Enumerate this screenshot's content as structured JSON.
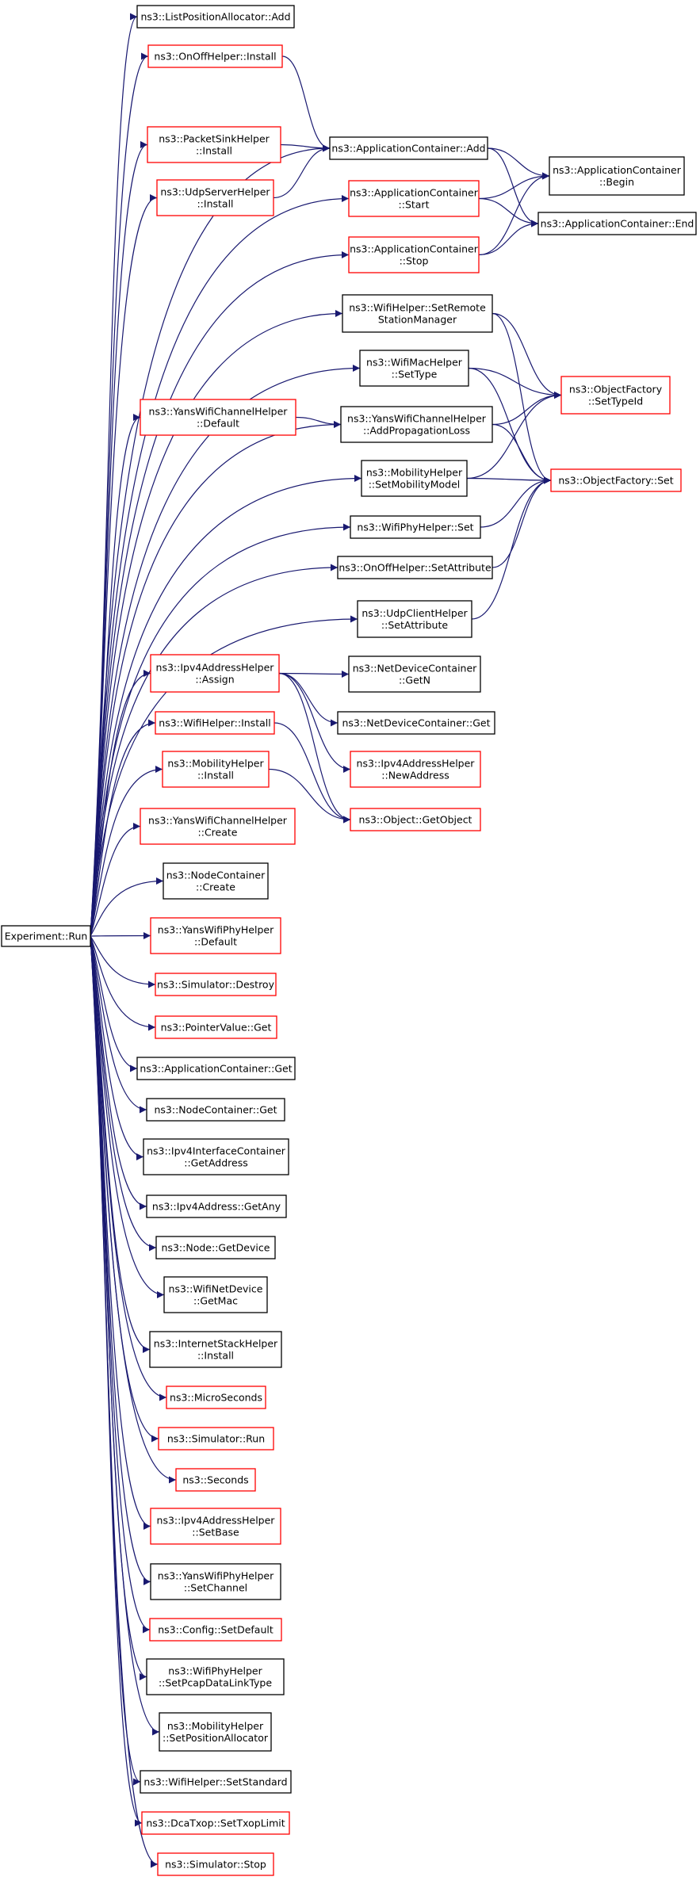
{
  "root": {
    "id": "root",
    "lines": [
      "Experiment::Run"
    ],
    "color": "#000000",
    "fill": "#bfbfbf"
  },
  "colors": {
    "edge": "#191970",
    "black_border": "#000000",
    "red_border": "#ff0000",
    "root_fill": "#bfbfbf"
  },
  "nodes": [
    {
      "id": "n_lpa_add",
      "lines": [
        "ns3::ListPositionAllocator::Add"
      ],
      "color": "#000000"
    },
    {
      "id": "n_onoff_install",
      "lines": [
        "ns3::OnOffHelper::Install"
      ],
      "color": "#ff0000"
    },
    {
      "id": "n_psink_install",
      "lines": [
        "ns3::PacketSinkHelper",
        "::Install"
      ],
      "color": "#ff0000"
    },
    {
      "id": "n_udpserver_install",
      "lines": [
        "ns3::UdpServerHelper",
        "::Install"
      ],
      "color": "#ff0000"
    },
    {
      "id": "n_appc_add",
      "lines": [
        "ns3::ApplicationContainer::Add"
      ],
      "color": "#000000"
    },
    {
      "id": "n_appc_begin",
      "lines": [
        "ns3::ApplicationContainer",
        "::Begin"
      ],
      "color": "#000000"
    },
    {
      "id": "n_appc_start",
      "lines": [
        "ns3::ApplicationContainer",
        "::Start"
      ],
      "color": "#ff0000"
    },
    {
      "id": "n_appc_end",
      "lines": [
        "ns3::ApplicationContainer::End"
      ],
      "color": "#000000"
    },
    {
      "id": "n_appc_stop",
      "lines": [
        "ns3::ApplicationContainer",
        "::Stop"
      ],
      "color": "#ff0000"
    },
    {
      "id": "n_wifi_setremote",
      "lines": [
        "ns3::WifiHelper::SetRemote",
        "StationManager"
      ],
      "color": "#000000"
    },
    {
      "id": "n_wifimac_settype",
      "lines": [
        "ns3::WifiMacHelper",
        "::SetType"
      ],
      "color": "#000000"
    },
    {
      "id": "n_of_settypeid",
      "lines": [
        "ns3::ObjectFactory",
        "::SetTypeId"
      ],
      "color": "#ff0000"
    },
    {
      "id": "n_yanschan_default",
      "lines": [
        "ns3::YansWifiChannelHelper",
        "::Default"
      ],
      "color": "#ff0000"
    },
    {
      "id": "n_yanschan_addprop",
      "lines": [
        "ns3::YansWifiChannelHelper",
        "::AddPropagationLoss"
      ],
      "color": "#000000"
    },
    {
      "id": "n_mob_setmodel",
      "lines": [
        "ns3::MobilityHelper",
        "::SetMobilityModel"
      ],
      "color": "#000000"
    },
    {
      "id": "n_of_set",
      "lines": [
        "ns3::ObjectFactory::Set"
      ],
      "color": "#ff0000"
    },
    {
      "id": "n_wifiphy_set",
      "lines": [
        "ns3::WifiPhyHelper::Set"
      ],
      "color": "#000000"
    },
    {
      "id": "n_onoff_setattr",
      "lines": [
        "ns3::OnOffHelper::SetAttribute"
      ],
      "color": "#000000"
    },
    {
      "id": "n_udpclient_setattr",
      "lines": [
        "ns3::UdpClientHelper",
        "::SetAttribute"
      ],
      "color": "#000000"
    },
    {
      "id": "n_ipv4addr_assign",
      "lines": [
        "ns3::Ipv4AddressHelper",
        "::Assign"
      ],
      "color": "#ff0000"
    },
    {
      "id": "n_ndc_getn",
      "lines": [
        "ns3::NetDeviceContainer",
        "::GetN"
      ],
      "color": "#000000"
    },
    {
      "id": "n_ndc_get",
      "lines": [
        "ns3::NetDeviceContainer::Get"
      ],
      "color": "#000000"
    },
    {
      "id": "n_wifi_install",
      "lines": [
        "ns3::WifiHelper::Install"
      ],
      "color": "#ff0000"
    },
    {
      "id": "n_ipv4addr_newaddr",
      "lines": [
        "ns3::Ipv4AddressHelper",
        "::NewAddress"
      ],
      "color": "#ff0000"
    },
    {
      "id": "n_mob_install",
      "lines": [
        "ns3::MobilityHelper",
        "::Install"
      ],
      "color": "#ff0000"
    },
    {
      "id": "n_obj_getobject",
      "lines": [
        "ns3::Object::GetObject"
      ],
      "color": "#ff0000"
    },
    {
      "id": "n_yanschan_create",
      "lines": [
        "ns3::YansWifiChannelHelper",
        "::Create"
      ],
      "color": "#ff0000"
    },
    {
      "id": "n_nodec_create",
      "lines": [
        "ns3::NodeContainer",
        "::Create"
      ],
      "color": "#000000"
    },
    {
      "id": "n_yansphy_default",
      "lines": [
        "ns3::YansWifiPhyHelper",
        "::Default"
      ],
      "color": "#ff0000"
    },
    {
      "id": "n_sim_destroy",
      "lines": [
        "ns3::Simulator::Destroy"
      ],
      "color": "#ff0000"
    },
    {
      "id": "n_pointer_get",
      "lines": [
        "ns3::PointerValue::Get"
      ],
      "color": "#ff0000"
    },
    {
      "id": "n_appc_get",
      "lines": [
        "ns3::ApplicationContainer::Get"
      ],
      "color": "#000000"
    },
    {
      "id": "n_nodec_get",
      "lines": [
        "ns3::NodeContainer::Get"
      ],
      "color": "#000000"
    },
    {
      "id": "n_ipv4if_getaddr",
      "lines": [
        "ns3::Ipv4InterfaceContainer",
        "::GetAddress"
      ],
      "color": "#000000"
    },
    {
      "id": "n_ipv4_getany",
      "lines": [
        "ns3::Ipv4Address::GetAny"
      ],
      "color": "#000000"
    },
    {
      "id": "n_node_getdevice",
      "lines": [
        "ns3::Node::GetDevice"
      ],
      "color": "#000000"
    },
    {
      "id": "n_wifinet_getmac",
      "lines": [
        "ns3::WifiNetDevice",
        "::GetMac"
      ],
      "color": "#000000"
    },
    {
      "id": "n_inet_install",
      "lines": [
        "ns3::InternetStackHelper",
        "::Install"
      ],
      "color": "#000000"
    },
    {
      "id": "n_microseconds",
      "lines": [
        "ns3::MicroSeconds"
      ],
      "color": "#ff0000"
    },
    {
      "id": "n_sim_run",
      "lines": [
        "ns3::Simulator::Run"
      ],
      "color": "#ff0000"
    },
    {
      "id": "n_seconds",
      "lines": [
        "ns3::Seconds"
      ],
      "color": "#ff0000"
    },
    {
      "id": "n_ipv4addr_setbase",
      "lines": [
        "ns3::Ipv4AddressHelper",
        "::SetBase"
      ],
      "color": "#ff0000"
    },
    {
      "id": "n_yansphy_setchannel",
      "lines": [
        "ns3::YansWifiPhyHelper",
        "::SetChannel"
      ],
      "color": "#000000"
    },
    {
      "id": "n_config_setdefault",
      "lines": [
        "ns3::Config::SetDefault"
      ],
      "color": "#ff0000"
    },
    {
      "id": "n_wifiphy_setpcap",
      "lines": [
        "ns3::WifiPhyHelper",
        "::SetPcapDataLinkType"
      ],
      "color": "#000000"
    },
    {
      "id": "n_mob_setposalloc",
      "lines": [
        "ns3::MobilityHelper",
        "::SetPositionAllocator"
      ],
      "color": "#000000"
    },
    {
      "id": "n_wifi_setstandard",
      "lines": [
        "ns3::WifiHelper::SetStandard"
      ],
      "color": "#000000"
    },
    {
      "id": "n_dcatxop_settxop",
      "lines": [
        "ns3::DcaTxop::SetTxopLimit"
      ],
      "color": "#ff0000"
    },
    {
      "id": "n_sim_stop",
      "lines": [
        "ns3::Simulator::Stop"
      ],
      "color": "#ff0000"
    }
  ],
  "edges": [
    [
      "root",
      "n_lpa_add"
    ],
    [
      "root",
      "n_onoff_install"
    ],
    [
      "root",
      "n_psink_install"
    ],
    [
      "root",
      "n_udpserver_install"
    ],
    [
      "root",
      "n_appc_add"
    ],
    [
      "root",
      "n_appc_start"
    ],
    [
      "root",
      "n_appc_stop"
    ],
    [
      "root",
      "n_wifi_setremote"
    ],
    [
      "root",
      "n_wifimac_settype"
    ],
    [
      "root",
      "n_yanschan_default"
    ],
    [
      "root",
      "n_yanschan_addprop"
    ],
    [
      "root",
      "n_mob_setmodel"
    ],
    [
      "root",
      "n_wifiphy_set"
    ],
    [
      "root",
      "n_onoff_setattr"
    ],
    [
      "root",
      "n_udpclient_setattr"
    ],
    [
      "root",
      "n_ipv4addr_assign"
    ],
    [
      "root",
      "n_wifi_install"
    ],
    [
      "root",
      "n_mob_install"
    ],
    [
      "root",
      "n_yanschan_create"
    ],
    [
      "root",
      "n_nodec_create"
    ],
    [
      "root",
      "n_yansphy_default"
    ],
    [
      "root",
      "n_sim_destroy"
    ],
    [
      "root",
      "n_pointer_get"
    ],
    [
      "root",
      "n_appc_get"
    ],
    [
      "root",
      "n_nodec_get"
    ],
    [
      "root",
      "n_ipv4if_getaddr"
    ],
    [
      "root",
      "n_ipv4_getany"
    ],
    [
      "root",
      "n_node_getdevice"
    ],
    [
      "root",
      "n_wifinet_getmac"
    ],
    [
      "root",
      "n_inet_install"
    ],
    [
      "root",
      "n_microseconds"
    ],
    [
      "root",
      "n_sim_run"
    ],
    [
      "root",
      "n_seconds"
    ],
    [
      "root",
      "n_ipv4addr_setbase"
    ],
    [
      "root",
      "n_yansphy_setchannel"
    ],
    [
      "root",
      "n_config_setdefault"
    ],
    [
      "root",
      "n_wifiphy_setpcap"
    ],
    [
      "root",
      "n_mob_setposalloc"
    ],
    [
      "root",
      "n_wifi_setstandard"
    ],
    [
      "root",
      "n_dcatxop_settxop"
    ],
    [
      "root",
      "n_sim_stop"
    ],
    [
      "n_onoff_install",
      "n_appc_add"
    ],
    [
      "n_psink_install",
      "n_appc_add"
    ],
    [
      "n_udpserver_install",
      "n_appc_add"
    ],
    [
      "n_appc_add",
      "n_appc_begin"
    ],
    [
      "n_appc_add",
      "n_appc_end"
    ],
    [
      "n_appc_start",
      "n_appc_begin"
    ],
    [
      "n_appc_start",
      "n_appc_end"
    ],
    [
      "n_appc_stop",
      "n_appc_begin"
    ],
    [
      "n_appc_stop",
      "n_appc_end"
    ],
    [
      "n_wifi_setremote",
      "n_of_settypeid"
    ],
    [
      "n_wifi_setremote",
      "n_of_set"
    ],
    [
      "n_wifimac_settype",
      "n_of_settypeid"
    ],
    [
      "n_wifimac_settype",
      "n_of_set"
    ],
    [
      "n_yanschan_default",
      "n_yanschan_addprop"
    ],
    [
      "n_yanschan_addprop",
      "n_of_settypeid"
    ],
    [
      "n_yanschan_addprop",
      "n_of_set"
    ],
    [
      "n_mob_setmodel",
      "n_of_settypeid"
    ],
    [
      "n_mob_setmodel",
      "n_of_set"
    ],
    [
      "n_wifiphy_set",
      "n_of_set"
    ],
    [
      "n_onoff_setattr",
      "n_of_set"
    ],
    [
      "n_udpclient_setattr",
      "n_of_set"
    ],
    [
      "n_ipv4addr_assign",
      "n_ndc_getn"
    ],
    [
      "n_ipv4addr_assign",
      "n_ndc_get"
    ],
    [
      "n_ipv4addr_assign",
      "n_ipv4addr_newaddr"
    ],
    [
      "n_ipv4addr_assign",
      "n_obj_getobject"
    ],
    [
      "n_wifi_install",
      "n_obj_getobject"
    ],
    [
      "n_mob_install",
      "n_obj_getobject"
    ]
  ]
}
